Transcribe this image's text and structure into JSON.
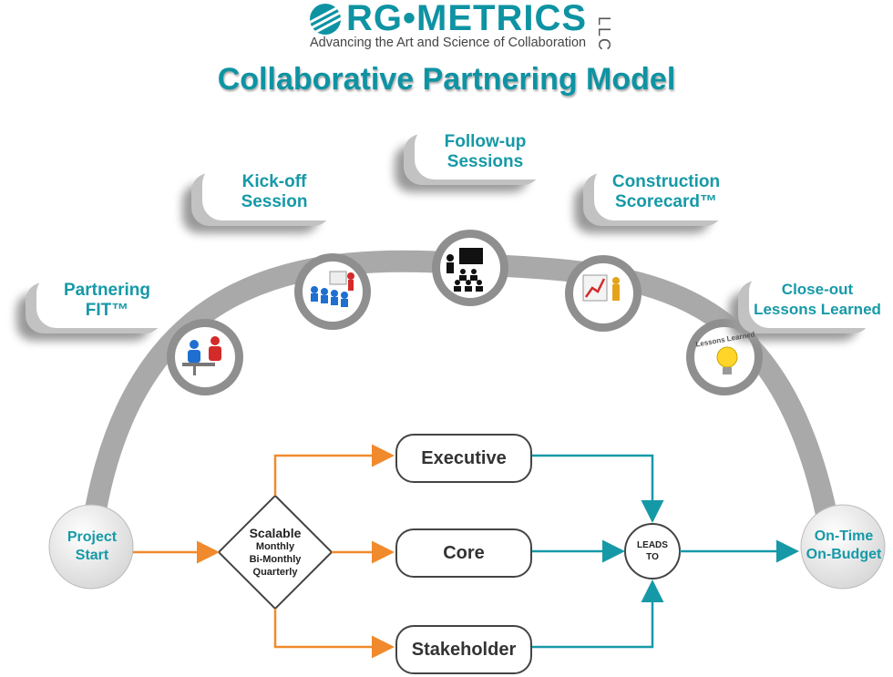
{
  "header": {
    "logo_text": "RG•METRICS",
    "logo_suffix": "LLC",
    "tagline": "Advancing the Art and Science of Collaboration",
    "title": "Collaborative Partnering Model"
  },
  "stages": [
    {
      "line1": "Partnering",
      "line2": "FIT™",
      "icon": "meeting-two-people-icon"
    },
    {
      "line1": "Kick-off",
      "line2": "Session",
      "icon": "group-presentation-icon"
    },
    {
      "line1": "Follow-up",
      "line2": "Sessions",
      "icon": "presenter-audience-icon"
    },
    {
      "line1": "Construction",
      "line2": "Scorecard™",
      "icon": "growth-chart-presenter-icon"
    },
    {
      "line1": "Close-out",
      "line2": "Lessons Learned",
      "icon": "lightbulb-icon"
    }
  ],
  "lessons_badge": "Lessons Learned",
  "start": {
    "line1": "Project",
    "line2": "Start"
  },
  "decision": {
    "line1": "Scalable",
    "line2": "Monthly",
    "line3": "Bi-Monthly",
    "line4": "Quarterly"
  },
  "tracks": {
    "top": "Executive",
    "middle": "Core",
    "bottom": "Stakeholder"
  },
  "merge": {
    "line1": "LEADS",
    "line2": "TO"
  },
  "end": {
    "line1": "On-Time",
    "line2": "On-Budget"
  },
  "colors": {
    "teal": "#1699a7",
    "orange": "#f08a2c",
    "arc": "#a9a9a9",
    "node": "#8f8f8f"
  }
}
